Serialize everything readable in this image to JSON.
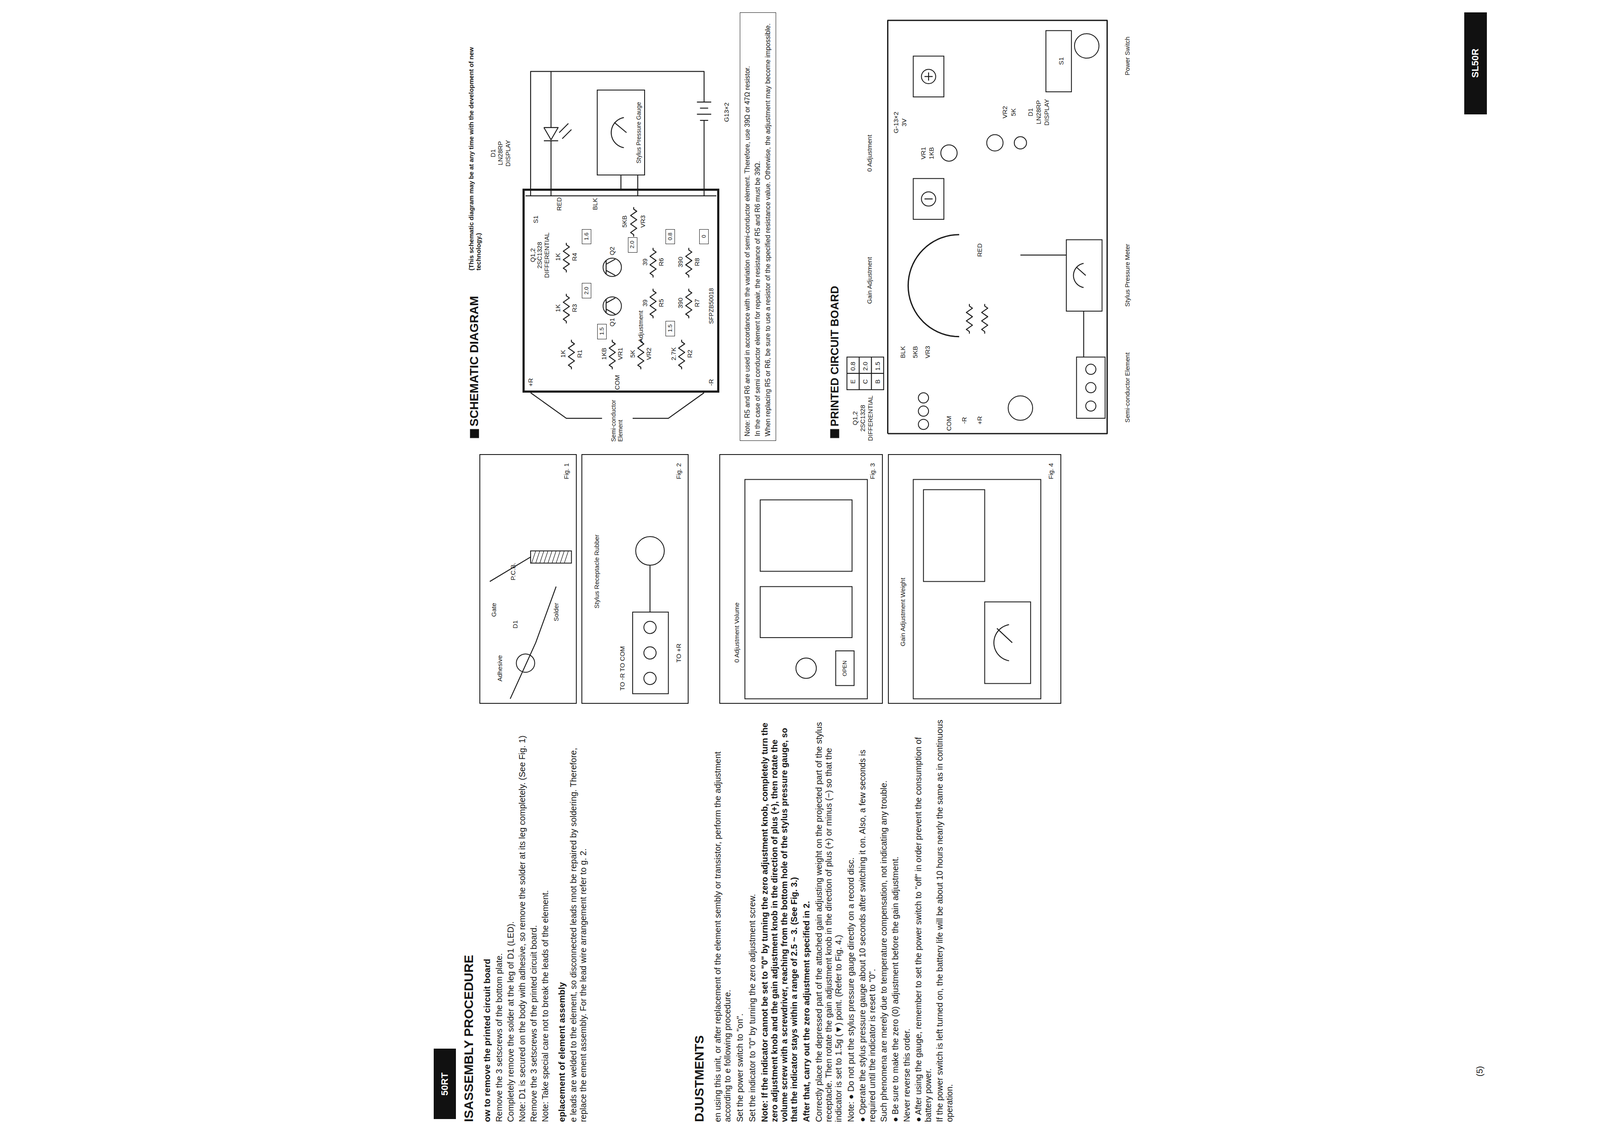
{
  "diagram": {
    "nodes": [
      {
        "text": [
          "50RT"
        ]
      },
      {
        "text": [
          "Adhesive",
          "Gate",
          "D1",
          "P.C.B.",
          "Solder",
          "Fig. 1"
        ]
      },
      {
        "text": [
          "TO -R TO COM",
          "Stylus Receptacle Rubber",
          "TO +R",
          "Fig. 2"
        ]
      },
      {
        "text": [
          "0 Adjustment Volume",
          "OPEN",
          "Fig. 3"
        ]
      },
      {
        "text": [
          "Gain Adjustment Weight",
          "Fig. 4"
        ]
      },
      {
        "text": [
          "SL50R"
        ]
      },
      {
        "text": [
          "SFPZB50018"
        ]
      },
      {
        "text": [
          "1.6"
        ],
        "in": 6
      },
      {
        "text": [
          "2.0"
        ],
        "in": 6
      },
      {
        "text": [
          "2.0"
        ],
        "in": 6
      },
      {
        "text": [
          "0.8"
        ],
        "in": 6
      },
      {
        "text": [
          "1.5"
        ],
        "in": 6
      },
      {
        "text": [
          "1.5"
        ],
        "in": 6
      },
      {
        "text": [
          "0"
        ],
        "in": 6
      },
      {
        "text": [
          "Stylus Pressure Gauge"
        ]
      },
      {
        "text": [
          "Note: R5 and R6 are used in accordance with the variation of semi-conductor element. Therefore, use 39Ω or 47Ω resistor.",
          "In the case of semi conductor element for repair, the resistance of R5 and R6 must be 39Ω.",
          "When replacing R5 or R6, be sure to use a resistor of the specified resistance value. Otherwise, the adjustment may become impossible."
        ]
      }
    ],
    "edges": [
      {
        "from": 14,
        "to": 6,
        "arrow": "none"
      }
    ],
    "labels": [
      "ISASSEMBLY PROCEDURE",
      "ow to remove the printed circuit board",
      "Remove the 3 setscrews of the bottom plate.",
      "Completely remove the solder at the leg of D1 (LED).",
      "Note: D1 is secured on the body with adhesive, so remove the solder at its leg completely. (See Fig. 1)",
      "Remove the 3 setscrews of the printed circuit board.",
      "Note: Take special care not to break the leads of the element.",
      "eplacement of element assembly",
      "e leads are welded to the element, so disconnected leads nnot be repaired by soldering. Therefore, replace the ement assembly. For the lead wire arrangement refer to g. 2.",
      "DJUSTMENTS",
      "en using this unit, or after replacement of the element sembly or transistor, perform the adjustment according to e following procedure.",
      "Set the power switch to \"on\".",
      "Set the indicator to \"0\" by turning the zero adjustment screw.",
      "Note: If the indicator cannot be set to \"0\" by turning the zero adjustment knob, completely turn the zero adjustment knob and the gain adjustment knob in the direction of plus (+), then rotate the volume screw with a screwdriver, reaching from the bottom hole of the stylus pressure gauge, so that the indicator stays within a range of 2.5 ~ 3. (See Fig. 3.)",
      "After that, carry out the zero adjustment specified in 2.",
      "Correctly place the depressed part of the attached gain adjusting weight on the projected part of the stylus receptacle. Then rotate the gain adjustment knob in the direction of plus (+) or minus (−) so that the indicator is set to 1.5g (▼) point. (Refer to Fig. 4.)",
      "Note: ● Do not put the stylus pressure gauge directly on a record disc.",
      "● Operate the stylus pressure gauge about 10 seconds after switching it on. Also, a few seconds is required until the indicator is reset to \"0\".",
      "Such phenomena are merely due to temperature compensation, not indicating any trouble.",
      "● Be sure to make the zero (0) adjustment before the gain adjustment.",
      "Never reverse this order.",
      "● After using the gauge, remember to set the power switch to \"off\" in order prevent the consumption of battery power.",
      "If the power switch is left turned on, the battery life will be about 10 hours nearly the same as in continuous operation.",
      "SCHEMATIC DIAGRAM",
      "(This schematic diagram may be at any time with the development of new technology.)",
      "D1",
      "LN28RP",
      "DISPLAY",
      "G13×2",
      "S1",
      "RED",
      "BLK",
      "VR3",
      "5KB",
      "Q1,2",
      "2SC1328",
      "DIFFERENTIAL",
      "R4",
      "1K",
      "R3",
      "1K",
      "R1",
      "1K",
      "Q2",
      "Q1",
      "R6",
      "39",
      "R5",
      "39",
      "R8",
      "390",
      "R7",
      "390",
      "VR1",
      "1KB",
      "VR2",
      "5K",
      "Adjustment",
      "R2",
      "2.7K",
      "+R",
      "COM",
      "-R",
      "Semi-conductor Element",
      "PRINTED CIRCUIT BOARD",
      "Q1,2",
      "2SC1328",
      "DIFFERENTIAL",
      "E",
      "0.8",
      "C",
      "2.0",
      "B",
      "1.5",
      "Gain Adjustment",
      "0 Adjustment",
      "G-13×2",
      "3V",
      "VR1",
      "1KB",
      "BLK",
      "5KB",
      "VR3",
      "COM",
      "-R",
      "+R",
      "RED",
      "VR2",
      "5K",
      "D1",
      "LN28RP",
      "DISPLAY",
      "S1",
      "Power Switch",
      "Stylus Pressure Meter",
      "Semi-conductor Element",
      "(5)"
    ]
  }
}
